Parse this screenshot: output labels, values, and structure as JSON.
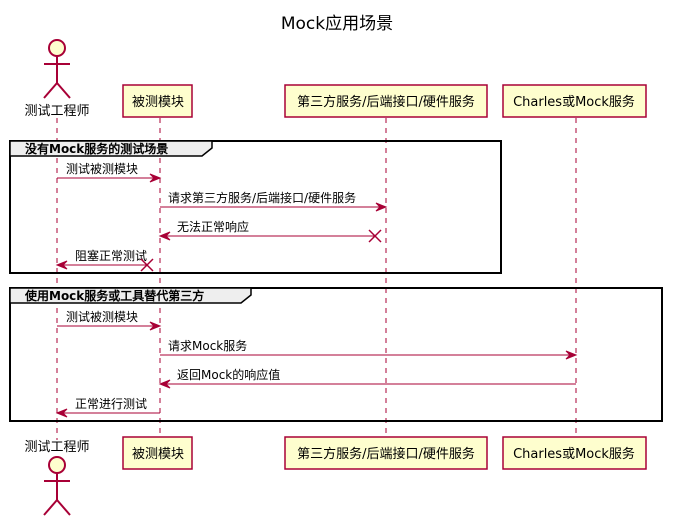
{
  "title": "Mock应用场景",
  "participants": [
    {
      "id": "tester",
      "label": "测试工程师",
      "kind": "actor"
    },
    {
      "id": "module",
      "label": "被测模块",
      "kind": "box"
    },
    {
      "id": "third",
      "label": "第三方服务/后端接口/硬件服务",
      "kind": "box"
    },
    {
      "id": "mock",
      "label": "Charles或Mock服务",
      "kind": "box"
    }
  ],
  "groups": [
    {
      "label": "没有Mock服务的测试场景",
      "messages": [
        {
          "text": "测试被测模块",
          "from": "tester",
          "to": "module",
          "end": "arrow"
        },
        {
          "text": "请求第三方服务/后端接口/硬件服务",
          "from": "module",
          "to": "third",
          "end": "arrow"
        },
        {
          "text": "无法正常响应",
          "from": "third",
          "to": "module",
          "end": "arrow",
          "start_cross": true
        },
        {
          "text": "阻塞正常测试",
          "from": "module",
          "to": "tester",
          "end": "arrow",
          "start_cross": true
        }
      ]
    },
    {
      "label": "使用Mock服务或工具替代第三方",
      "messages": [
        {
          "text": "测试被测模块",
          "from": "tester",
          "to": "module",
          "end": "arrow"
        },
        {
          "text": "请求Mock服务",
          "from": "module",
          "to": "mock",
          "end": "arrow"
        },
        {
          "text": "返回Mock的响应值",
          "from": "mock",
          "to": "module",
          "end": "arrow"
        },
        {
          "text": "正常进行测试",
          "from": "module",
          "to": "tester",
          "end": "arrow"
        }
      ]
    }
  ]
}
